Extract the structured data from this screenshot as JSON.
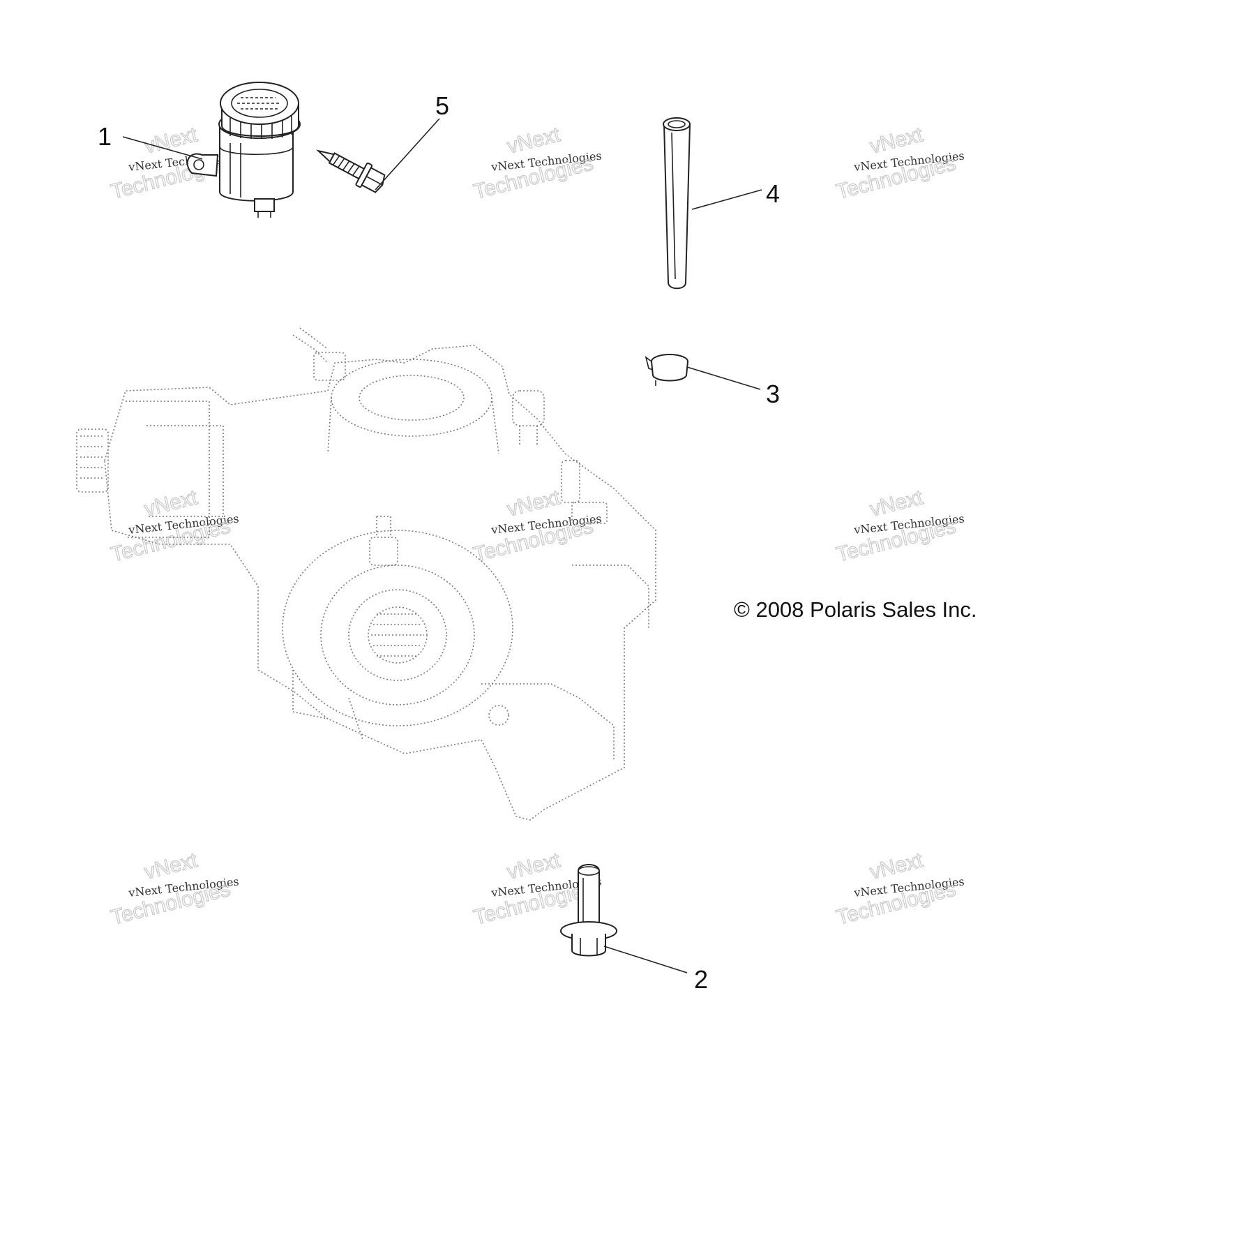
{
  "diagram": {
    "copyright": "© 2008 Polaris Sales Inc.",
    "callouts": [
      {
        "id": "1",
        "label": "1"
      },
      {
        "id": "2",
        "label": "2"
      },
      {
        "id": "3",
        "label": "3"
      },
      {
        "id": "4",
        "label": "4"
      },
      {
        "id": "5",
        "label": "5"
      }
    ],
    "watermark": {
      "line1": "vNext",
      "line2": "vNext Technologies",
      "line3": "Technologies"
    }
  }
}
